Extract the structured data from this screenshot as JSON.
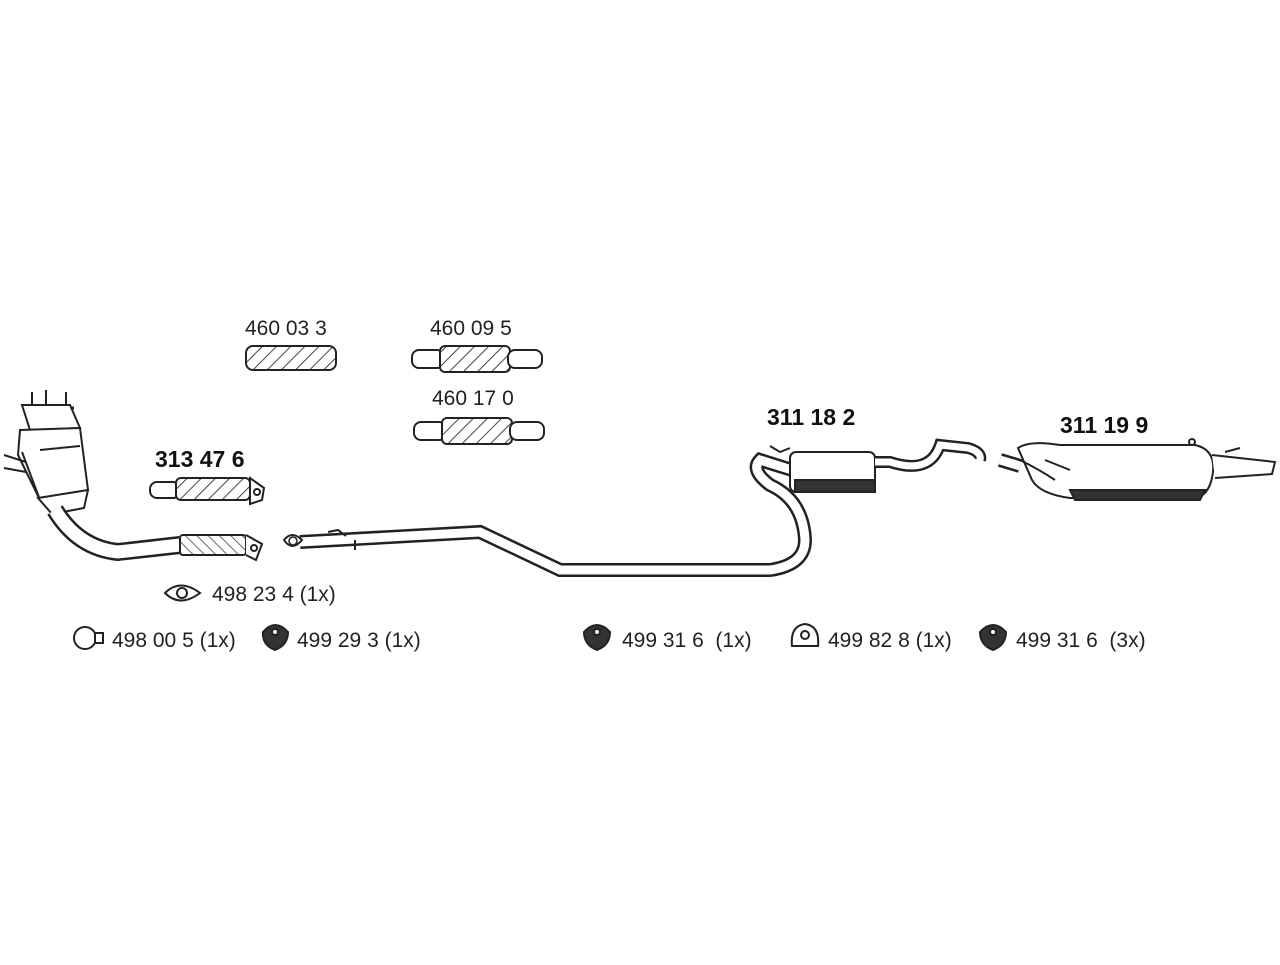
{
  "parts": {
    "flex_pipe_1": "460 03 3",
    "flex_pipe_2": "460 09 5",
    "flex_pipe_3": "460 17 0",
    "front_pipe": "313 47 6",
    "middle_silencer": "311 18 2",
    "rear_silencer": "311 19 9"
  },
  "accessories": {
    "gasket": "498 23 4 (1x)",
    "clamp": "498 00 5 (1x)",
    "rubber_mount_front": "499 29 3 (1x)",
    "rubber_mount_mid": "499 31 6  (1x)",
    "rubber_ring": "499 82 8 (1x)",
    "rubber_mount_rear": "499 31 6  (3x)"
  },
  "colors": {
    "line": "#222222",
    "fill_dark": "#333333",
    "fill_light": "#ffffff"
  }
}
